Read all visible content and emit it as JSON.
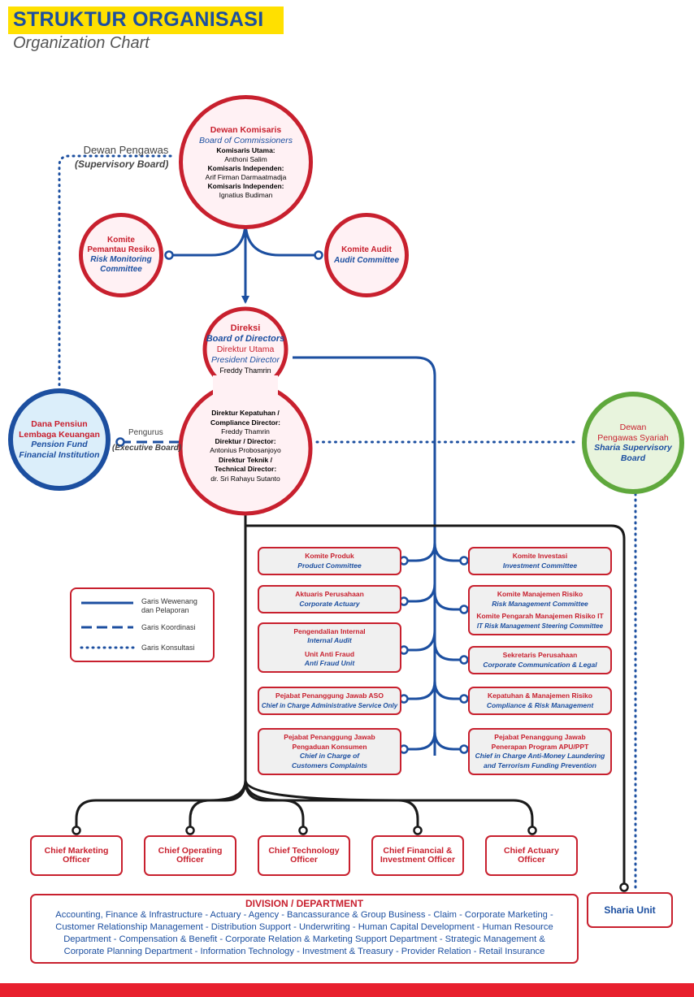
{
  "header": {
    "title": "STRUKTUR ORGANISASI",
    "subtitle": "Organization Chart"
  },
  "commissioners": {
    "title": "Dewan Komisaris",
    "title_en": "Board of Commissioners",
    "role1": "Komisaris Utama:",
    "name1": "Anthoni Salim",
    "role2": "Komisaris Independen:",
    "name2": "Arif Firman Darmaatmadja",
    "role3": "Komisaris Independen:",
    "name3": "Ignatius Budiman"
  },
  "supervisory": {
    "label": "Dewan Pengawas",
    "label_en": "(Supervisory Board)"
  },
  "risk_committee": {
    "l1": "Komite",
    "l2": "Pemantau Resiko",
    "e1": "Risk Monitoring",
    "e2": "Committee"
  },
  "audit_committee": {
    "title": "Komite Audit",
    "title_en": "Audit Committee"
  },
  "directors": {
    "title": "Direksi",
    "title_en": "Board of Directors",
    "role": "Direktur Utama",
    "role_en": "President Director",
    "name": "Freddy Thamrin",
    "r1a": "Direktur Kepatuhan /",
    "r1b": "Compliance Director:",
    "n1": "Freddy Thamrin",
    "r2": "Direktur / Director:",
    "n2": "Antonius Probosanjoyo",
    "r3a": "Direktur Teknik /",
    "r3b": "Technical Director:",
    "n3": "dr. Sri Rahayu Sutanto"
  },
  "pension": {
    "l1": "Dana Pensiun",
    "l2": "Lembaga Keuangan",
    "e1": "Pension Fund",
    "e2": "Financial Institution"
  },
  "executive": {
    "label": "Pengurus",
    "label_en": "(Executive Board)"
  },
  "sharia_board": {
    "l1": "Dewan",
    "l2": "Pengawas Syariah",
    "e1": "Sharia Supervisory",
    "e2": "Board"
  },
  "legend": {
    "solid": "Garis Wewenang",
    "solid2": "dan Pelaporan",
    "dashed": "Garis Koordinasi",
    "dotted": "Garis Konsultasi"
  },
  "left_boxes": [
    {
      "t": "Komite Produk",
      "e": "Product Committee"
    },
    {
      "t": "Aktuaris Perusahaan",
      "e": "Corporate Actuary"
    },
    {
      "t": "Pengendalian Internal",
      "e": "Internal Audit",
      "t2": "Unit Anti Fraud",
      "e2": "Anti Fraud Unit"
    },
    {
      "t": "Pejabat Penanggung Jawab ASO",
      "e": "Chief in Charge Administrative Service Only"
    },
    {
      "t": "Pejabat Penanggung Jawab",
      "t2": "Pengaduan Konsumen",
      "e": "Chief in Charge of",
      "e2": "Customers Complaints"
    }
  ],
  "right_boxes": [
    {
      "t": "Komite Investasi",
      "e": "Investment Committee"
    },
    {
      "t": "Komite Manajemen Risiko",
      "e": "Risk Management Committee",
      "t2": "Komite Pengarah Manajemen Risiko IT",
      "e2": "IT Risk Management Steering Committee"
    },
    {
      "t": "Sekretaris Perusahaan",
      "e": "Corporate Communication & Legal"
    },
    {
      "t": "Kepatuhan & Manajemen Risiko",
      "e": "Compliance & Risk Management"
    },
    {
      "t": "Pejabat Penanggung Jawab",
      "t2": "Penerapan Program APU/PPT",
      "e": "Chief in Charge Anti-Money Laundering",
      "e2": "and Terrorism Funding  Prevention"
    }
  ],
  "chiefs": [
    {
      "l1": "Chief Marketing",
      "l2": "Officer"
    },
    {
      "l1": "Chief Operating",
      "l2": "Officer"
    },
    {
      "l1": "Chief Technology",
      "l2": "Officer"
    },
    {
      "l1": "Chief Financial &",
      "l2": "Investment Officer"
    },
    {
      "l1": "Chief Actuary",
      "l2": "Officer"
    }
  ],
  "division": {
    "title": "DIVISION / DEPARTMENT",
    "line1": "Accounting, Finance & Infrastructure - Actuary - Agency - Bancassurance & Group Business - Claim - Corporate Marketing -",
    "line2": "Customer Relationship Management - Distribution Support - Underwriting - Human Capital Development - Human Resource",
    "line3": "Department - Compensation & Benefit - Corporate Relation & Marketing Support Department - Strategic Management &",
    "line4": "Corporate Planning Department - Information Technology - Investment & Treasury - Provider Relation - Retail Insurance"
  },
  "sharia_unit": {
    "label": "Sharia Unit"
  },
  "colors": {
    "red": "#c8202e",
    "blue": "#1c4fa0",
    "yellow": "#ffe000",
    "green": "#5fa83c"
  }
}
